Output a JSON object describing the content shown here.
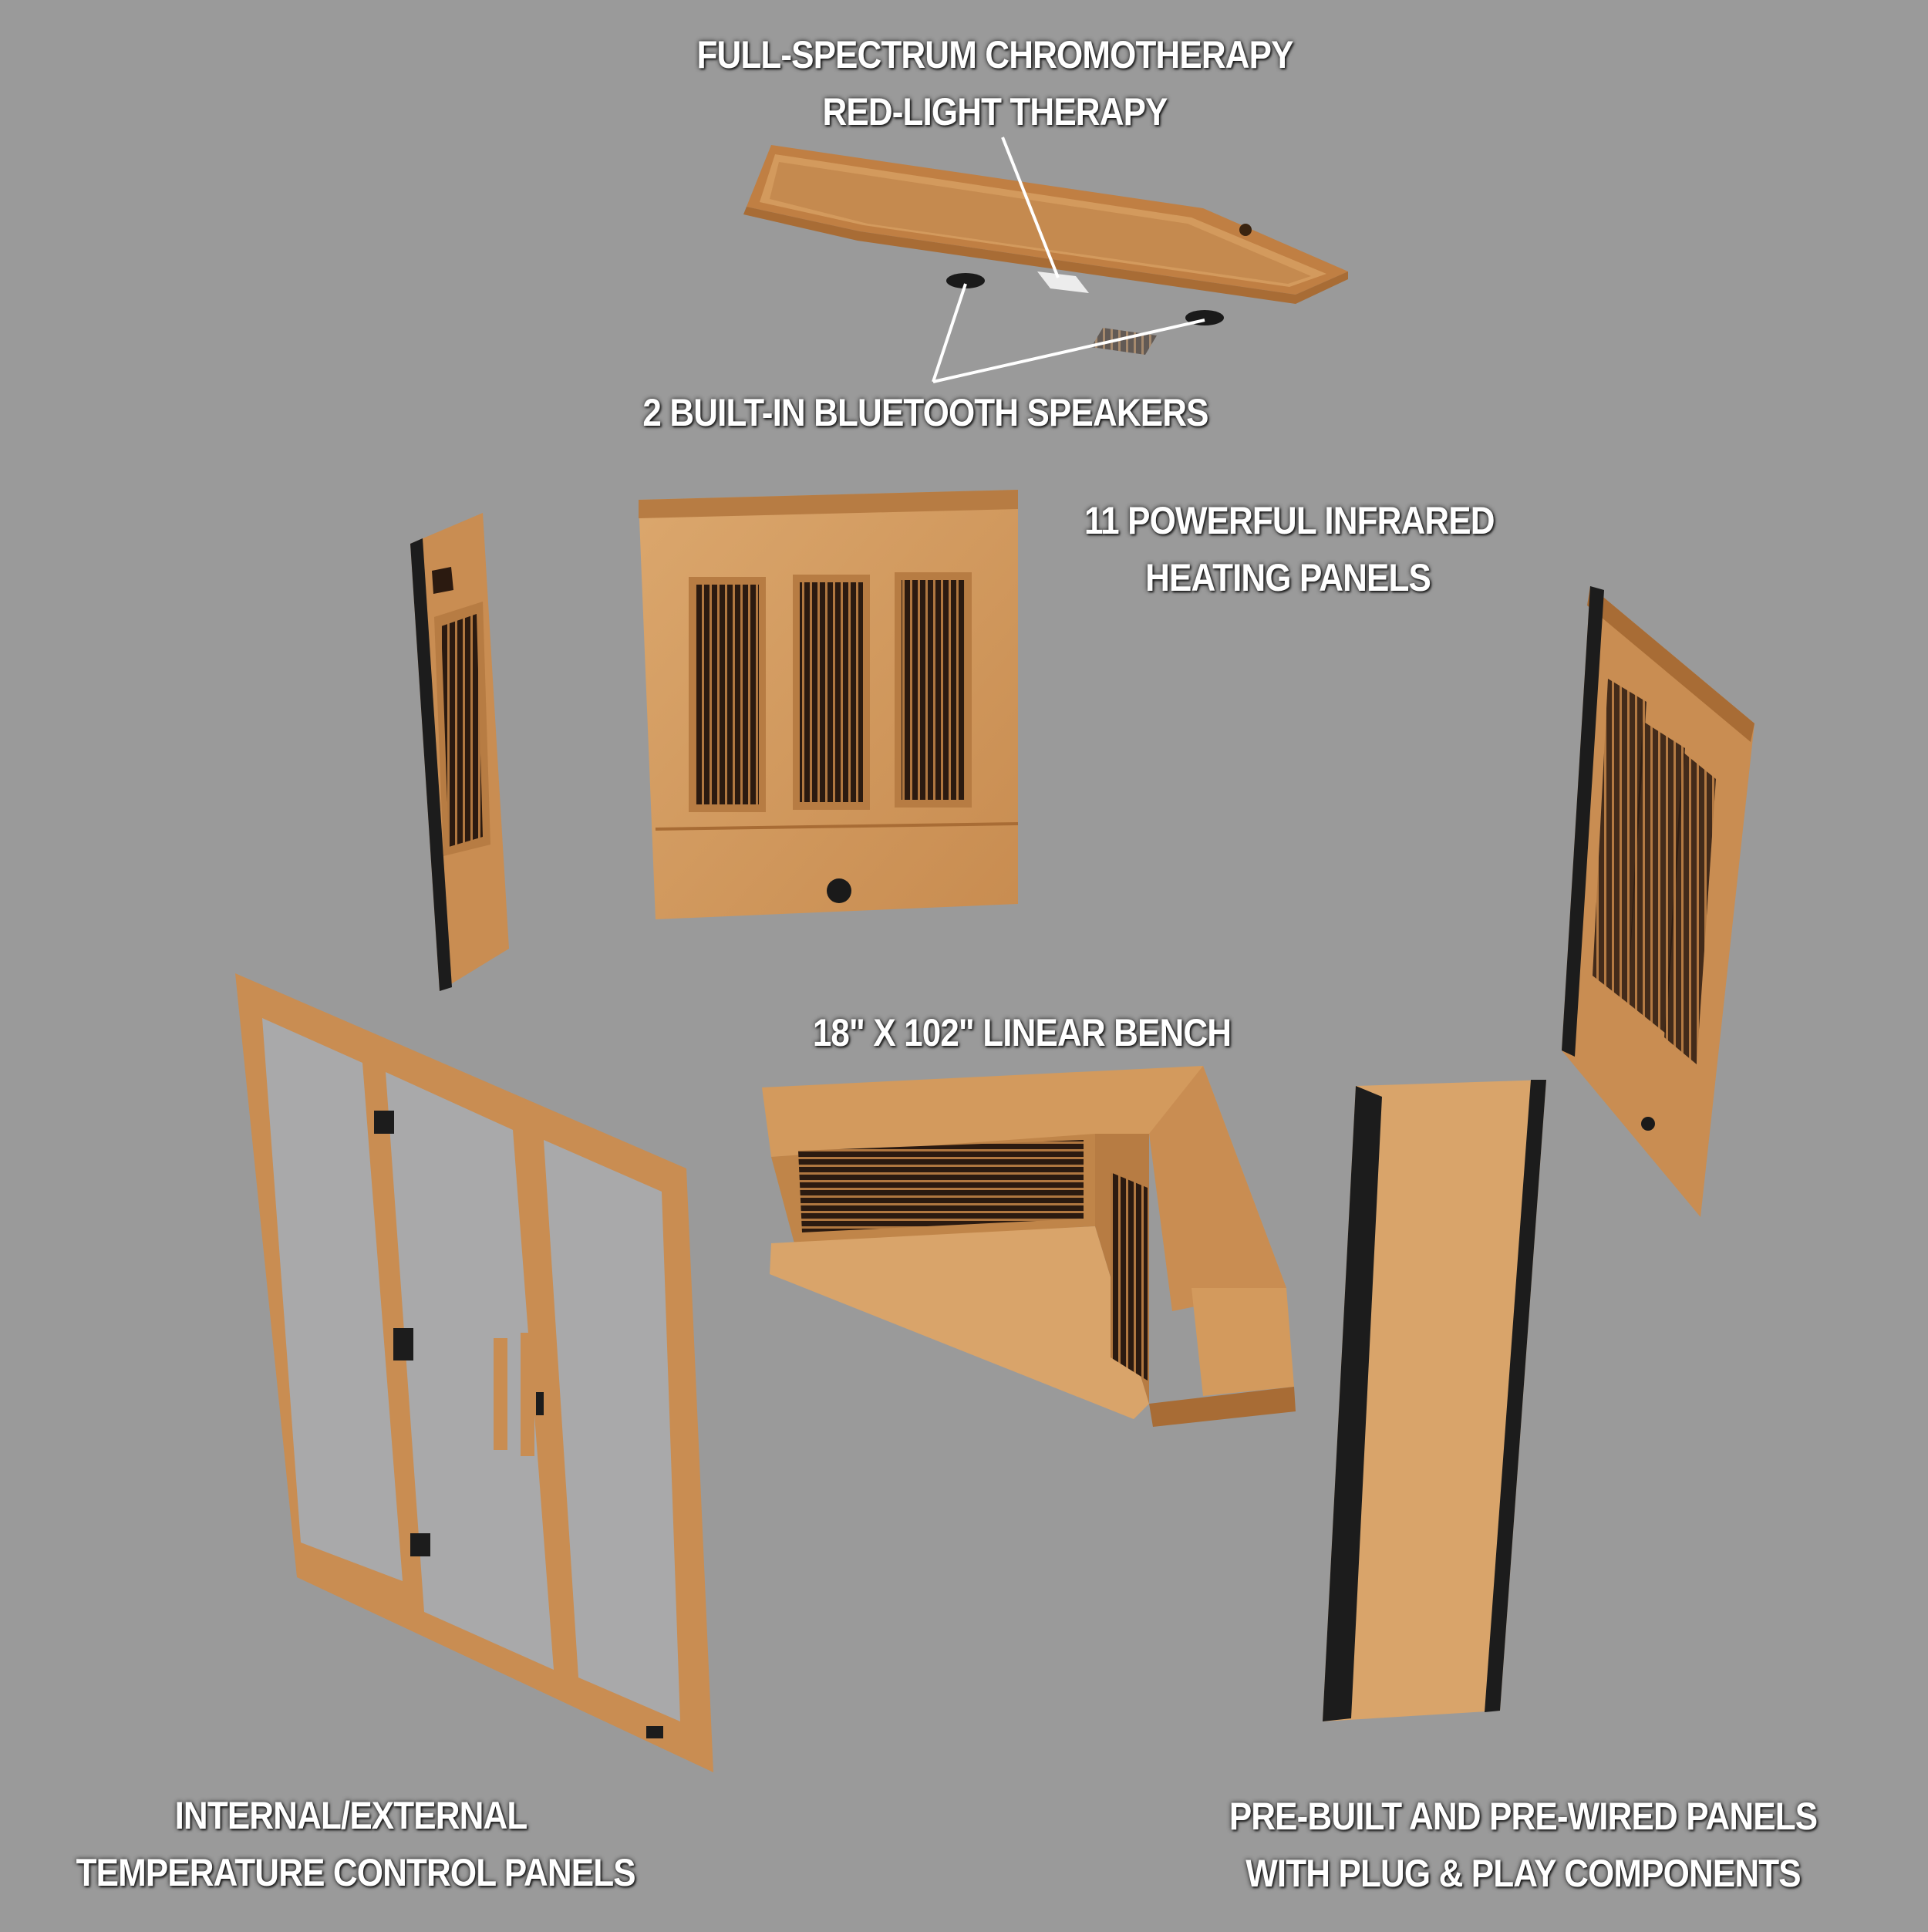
{
  "labels": {
    "chromotherapy": {
      "line1": "FULL-SPECTRUM CHROMOTHERAPY",
      "line2": "RED-LIGHT THERAPY"
    },
    "speakers": {
      "line1": "2 BUILT-IN BLUETOOTH SPEAKERS"
    },
    "heating": {
      "line1": "11 POWERFUL INFRARED",
      "line2": "HEATING PANELS"
    },
    "bench": {
      "line1": "18\" X 102\" LINEAR BENCH"
    },
    "temperature": {
      "line1": "INTERNAL/EXTERNAL",
      "line2": "TEMPERATURE CONTROL PANELS"
    },
    "prebuilt": {
      "line1": "PRE-BUILT AND PRE-WIRED PANELS",
      "line2": "WITH PLUG & PLAY COMPONENTS"
    }
  },
  "colors": {
    "background": "#9a9a9a",
    "wood_light": "#d9a46a",
    "wood_mid": "#c98d52",
    "wood_dark": "#a86c35",
    "grille": "#2b1a10",
    "glass": "#a9a9aa",
    "trim": "#1c1c1c",
    "callout_line": "#ffffff"
  }
}
